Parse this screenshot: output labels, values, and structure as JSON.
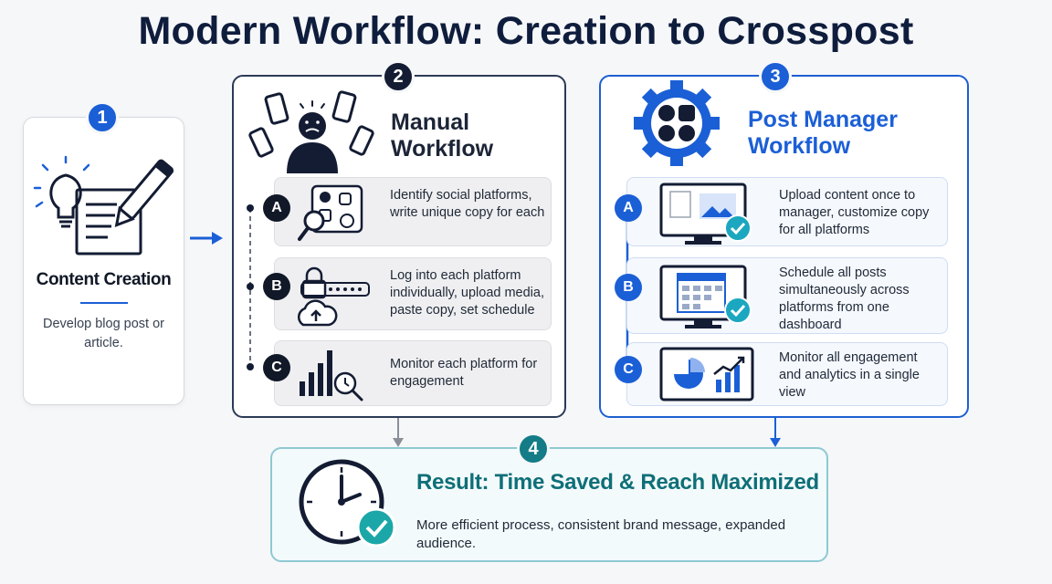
{
  "title": "Modern Workflow: Creation to Crosspost",
  "colors": {
    "navy": "#131c33",
    "blue": "#1b5fd6",
    "teal": "#137c86",
    "tealBorder": "#8ec9d3"
  },
  "step1": {
    "number": "1",
    "title": "Content Creation",
    "description": "Develop blog post or article.",
    "icon": "lightbulb-document-pencil-icon"
  },
  "step2": {
    "number": "2",
    "title": "Manual Workflow",
    "icon": "stressed-person-juggling-phones-icon",
    "items": [
      {
        "letter": "A",
        "text": "Identify social platforms, write unique copy for each",
        "icon": "social-platforms-magnifier-icon"
      },
      {
        "letter": "B",
        "text": "Log into each platform individually, upload media, paste copy, set schedule",
        "icon": "lock-password-upload-icon"
      },
      {
        "letter": "C",
        "text": "Monitor each platform for engagement",
        "icon": "bar-chart-clock-icon"
      }
    ]
  },
  "step3": {
    "number": "3",
    "title": "Post Manager Workflow",
    "icon": "gear-social-hub-icon",
    "items": [
      {
        "letter": "A",
        "text": "Upload content once to manager, customize copy for all platforms",
        "icon": "monitor-upload-check-icon"
      },
      {
        "letter": "B",
        "text": "Schedule all posts simultaneously across platforms from one dashboard",
        "icon": "monitor-calendar-check-icon"
      },
      {
        "letter": "C",
        "text": "Monitor all engagement and analytics in a single view",
        "icon": "monitor-analytics-icon"
      }
    ]
  },
  "step4": {
    "number": "4",
    "title": "Result: Time Saved & Reach Maximized",
    "description": "More efficient process, consistent brand message, expanded audience.",
    "icon": "clock-check-icon"
  }
}
